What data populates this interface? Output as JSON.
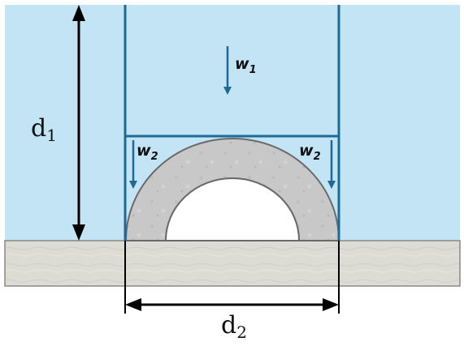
{
  "labels": {
    "d1": "d",
    "d1_sub": "1",
    "d2": "d",
    "d2_sub": "2",
    "w1": "w",
    "w1_sub": "1",
    "w2_left": "w",
    "w2_left_sub": "2",
    "w2_right": "w",
    "w2_right_sub": "2"
  },
  "colors": {
    "water": "#c2e4f4",
    "wall_line": "#1e6a94",
    "arrow_blue": "#1e6a94",
    "ground": "#dcdcd4",
    "ground_edge": "#8a8a84",
    "arch": "#c8c8c8",
    "arch_edge": "#6a6a6a",
    "dimension": "#000000"
  }
}
